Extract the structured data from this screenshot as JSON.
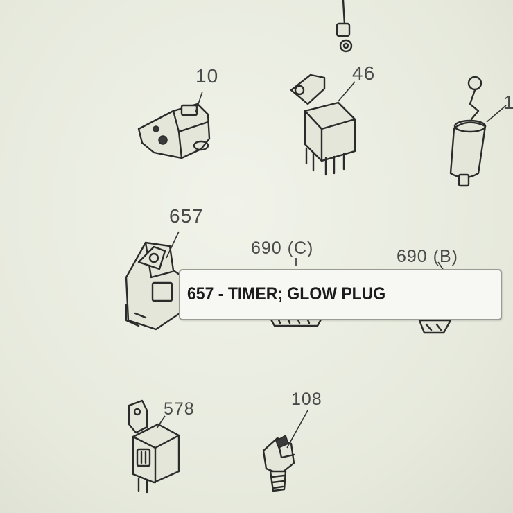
{
  "callouts": {
    "part_10": "10",
    "part_46": "46",
    "part_1": "1",
    "part_657": "657",
    "part_690c": "690 (C)",
    "part_690b": "690 (B)",
    "part_578": "578",
    "part_108": "108"
  },
  "tooltip": {
    "text": "657 - TIMER; GLOW PLUG"
  }
}
